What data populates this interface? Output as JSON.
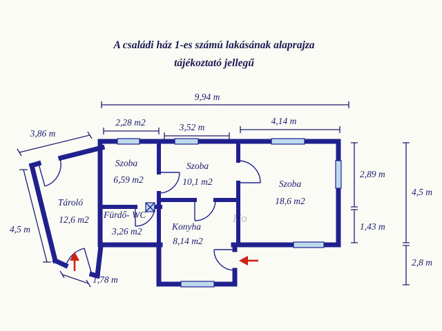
{
  "title": {
    "line1": "A családi ház 1-es számú lakásának alaprajza",
    "line2": "tájékoztató jellegű"
  },
  "dimensions": {
    "total_width": "9,94 m",
    "seg_left": "2,28 m2",
    "seg_mid": "3,52 m",
    "seg_right": "4,14 m",
    "storage_top": "3,86 m",
    "storage_left": "4,5 m",
    "right_upper": "2,89 m",
    "right_total": "4,5 m",
    "right_lower": "1,43 m",
    "kitchen_right": "2,8 m",
    "entrance_width": "1,78 m"
  },
  "rooms": {
    "room1": {
      "name": "Szoba",
      "area": "6,59 m2"
    },
    "room2": {
      "name": "Szoba",
      "area": "10,1 m2"
    },
    "room3": {
      "name": "Szoba",
      "area": "18,6 m2"
    },
    "storage": {
      "name": "Tároló",
      "area": "12,6 m2"
    },
    "bathroom": {
      "name": "Fürdő- WC",
      "area": "3,26 m2"
    },
    "kitchen": {
      "name": "Konyha",
      "area": "8,14 m2"
    }
  },
  "watermark": {
    "text": "Ho"
  },
  "colors": {
    "background": "#fbfbf5",
    "wall": "#20208f",
    "text": "#1c1c70",
    "title": "#191950",
    "window": "#bcd9ee",
    "arrow": "#cc2211",
    "watermark": "#b5b0a6"
  }
}
